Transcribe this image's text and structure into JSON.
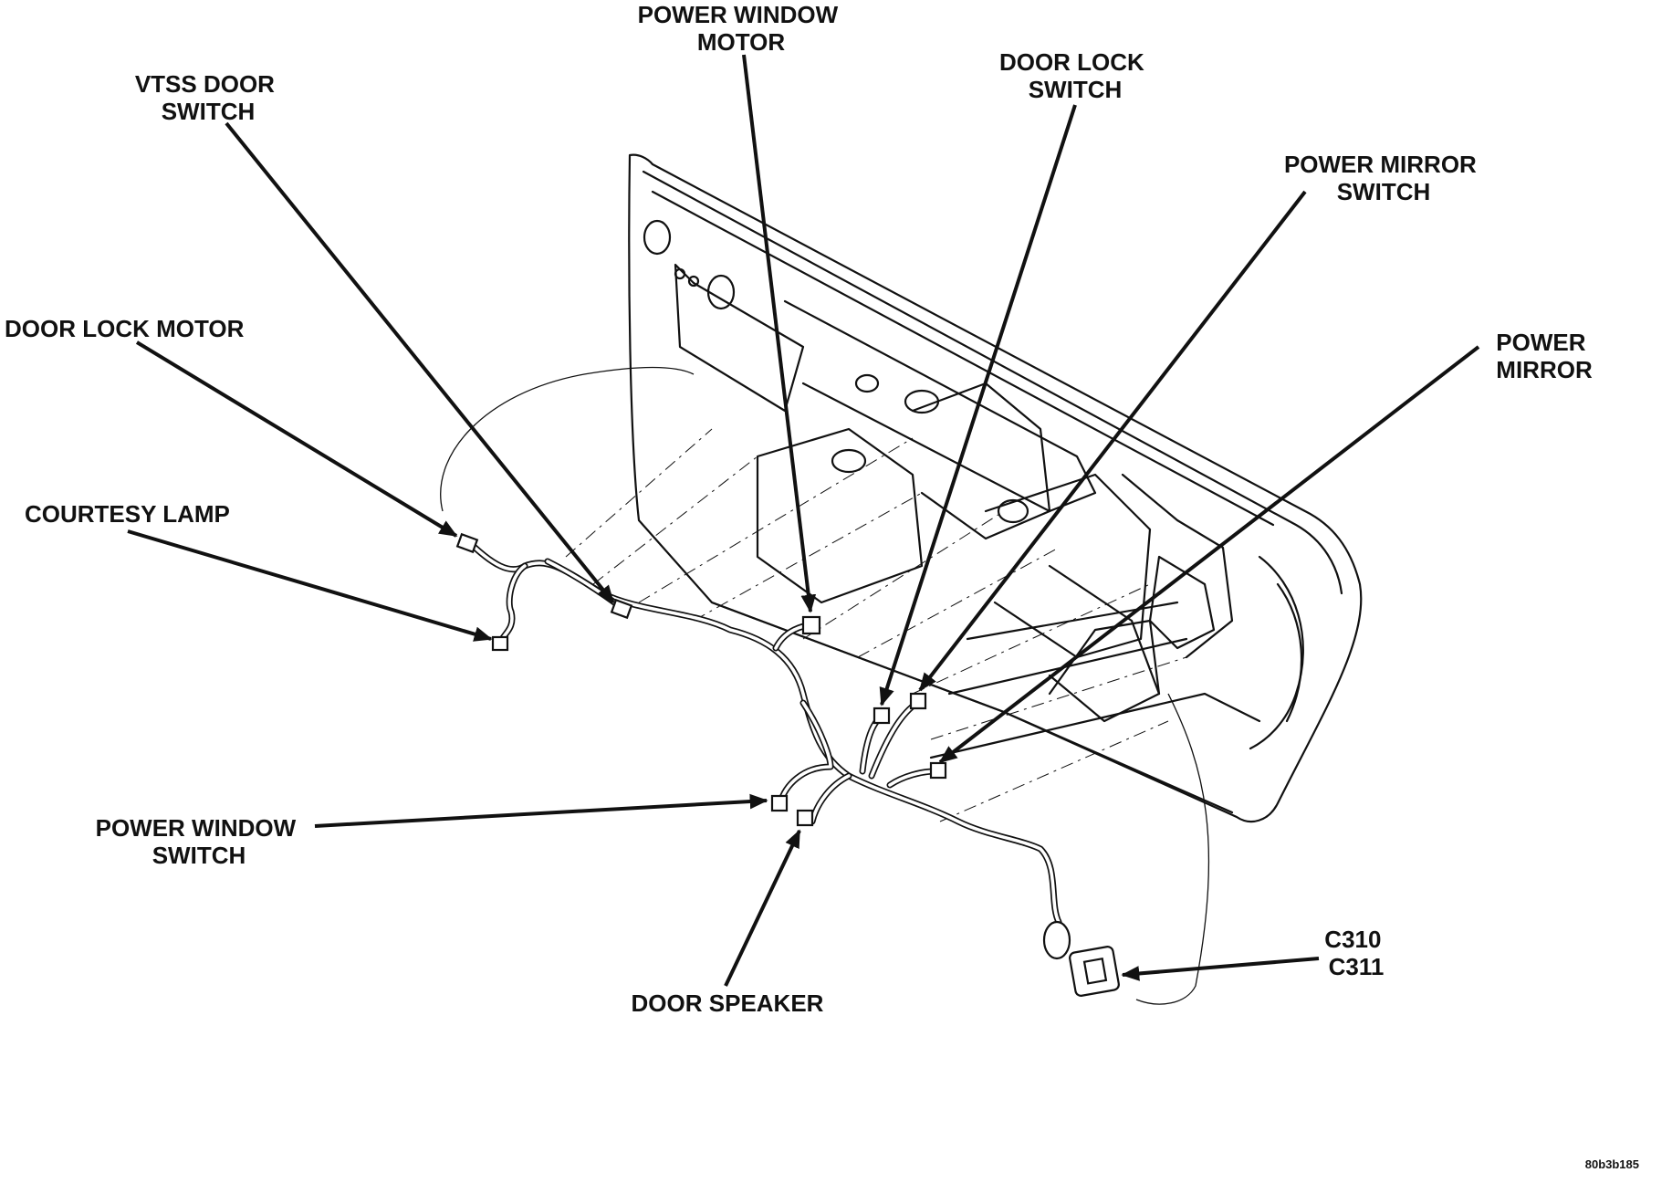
{
  "figure_id": "80b3b185",
  "labels": {
    "power_window_motor": [
      "POWER WINDOW",
      "MOTOR"
    ],
    "vtss_door_switch": [
      "VTSS DOOR",
      "SWITCH"
    ],
    "door_lock_switch": [
      "DOOR LOCK",
      "SWITCH"
    ],
    "power_mirror_switch": [
      "POWER MIRROR",
      "SWITCH"
    ],
    "door_lock_motor": [
      "DOOR LOCK MOTOR"
    ],
    "power_mirror": [
      "POWER",
      "MIRROR"
    ],
    "courtesy_lamp": [
      "COURTESY LAMP"
    ],
    "power_window_switch": [
      "POWER WINDOW",
      "SWITCH"
    ],
    "door_speaker": [
      "DOOR SPEAKER"
    ],
    "connector": [
      "C310",
      "C311"
    ]
  }
}
